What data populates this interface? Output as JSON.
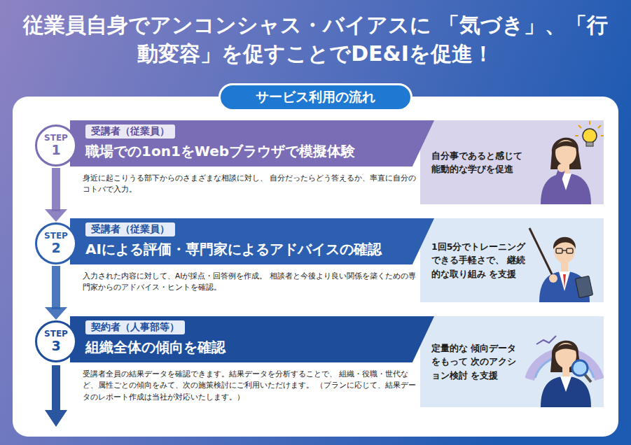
{
  "diagram": {
    "title": "従業員自身でアンコンシャス・バイアスに 「気づき」、「行動変容」を促すことでDE&Iを促進！",
    "nodes": [
      {
        "text": [
          "サービス利用の流れ"
        ]
      },
      {
        "text": [
          "STEP",
          "1"
        ]
      },
      {
        "text": [
          "受講者（従業員）",
          "職場での1on1をWebブラウザで模擬体験"
        ]
      },
      {
        "text": [
          "自分事であると感じて 能動的な学びを促進"
        ]
      },
      {
        "text": [
          "STEP",
          "2"
        ]
      },
      {
        "text": [
          "受講者（従業員）",
          "AIによる評価・専門家によるアドバイスの確認"
        ]
      },
      {
        "text": [
          "1回5分でトレーニング できる手軽さで、 継続的な取り組み を支援"
        ]
      },
      {
        "text": [
          "STEP",
          "3"
        ]
      },
      {
        "text": [
          "契約者（人事部等）",
          "組織全体の傾向を確認"
        ]
      },
      {
        "text": [
          "定量的な 傾向データをもって 次のアクション検討 を支援"
        ]
      }
    ],
    "edges": [
      {
        "from": 1,
        "to": 4,
        "arrow": "to"
      },
      {
        "from": 4,
        "to": 7,
        "arrow": "to"
      }
    ],
    "labels": [
      "身近に起こりうる部下からのさまざまな相談に対し、 自分だったらどう答えるか、率直に自分のコトバで入力。",
      "入力された内容に対して、AIが採点・回答例を作成。 相談者と今後より良い関係を築くための専門家からのアドバイス・ヒントを確認。",
      "受講者全員の結果データを確認できます。結果データを分析することで、 組織・役職・世代など、属性ごとの傾向をみて、次の施策検討にご利用いただけます。 （プランに応じて、結果データのレポート作成は当社が対応いたします。）"
    ]
  }
}
